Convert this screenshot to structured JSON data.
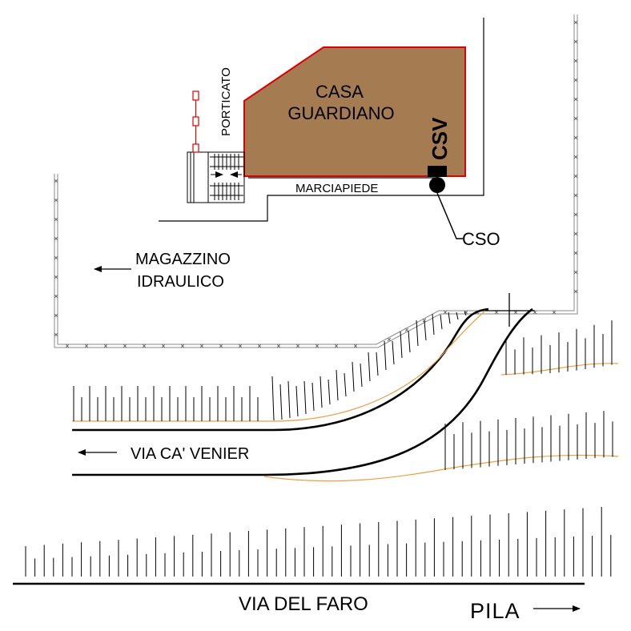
{
  "labels": {
    "porticato": "PORTICATO",
    "casa_line1": "CASA",
    "casa_line2": "GUARDIANO",
    "csv": "CSV",
    "marciapiede": "MARCIAPIEDE",
    "cso": "CSO",
    "magazzino_line1": "MAGAZZINO",
    "magazzino_line2": "IDRAULICO",
    "via_ca_venier": "VIA CA' VENIER",
    "via_del_faro": "VIA DEL FARO",
    "pila": "PILA"
  },
  "colors": {
    "building_fill": "#a57c52",
    "building_outline": "#e00000",
    "embankment_toe": "#e8a040",
    "porch_post": "#e00000",
    "ink": "#000000",
    "fence": "#8a8a8a"
  },
  "icons": {
    "direction_arrow": "left-arrow",
    "pila_arrow": "right-arrow",
    "cso_marker": "filled-circle",
    "csv_marker": "filled-rectangle"
  }
}
